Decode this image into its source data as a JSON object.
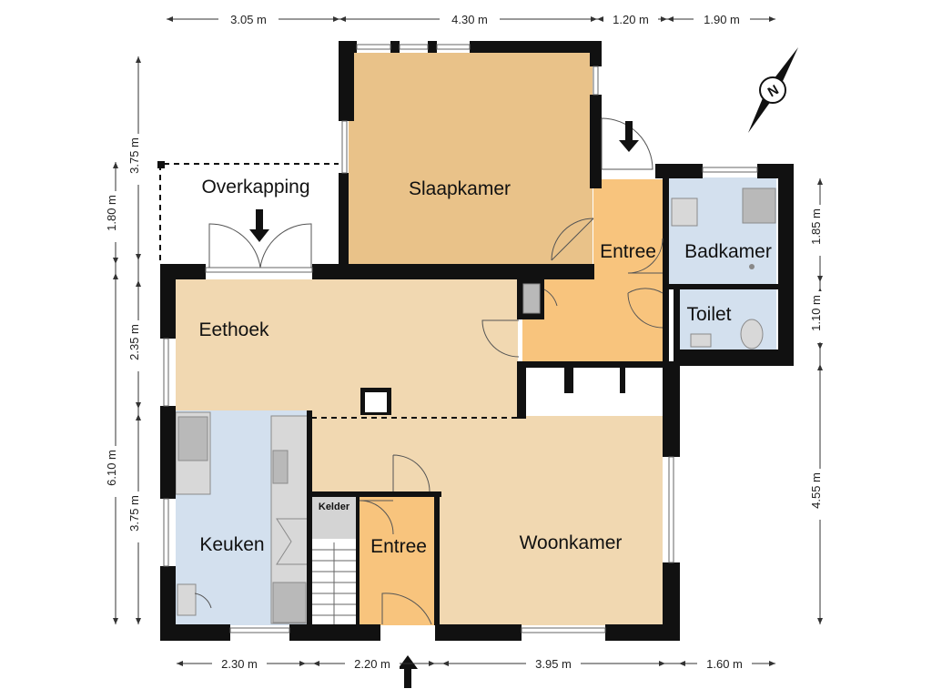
{
  "rooms": {
    "slaapkamer": "Slaapkamer",
    "overkapping": "Overkapping",
    "entree_top": "Entree",
    "badkamer": "Badkamer",
    "toilet": "Toilet",
    "eethoek": "Eethoek",
    "keuken": "Keuken",
    "kelder": "Kelder",
    "entree_bottom": "Entree",
    "woonkamer": "Woonkamer"
  },
  "dimensions": {
    "top": [
      "3.05 m",
      "4.30 m",
      "1.20 m",
      "1.90 m"
    ],
    "bottom": [
      "2.30 m",
      "2.20 m",
      "3.95 m",
      "1.60 m"
    ],
    "left_outer": [
      "1.80 m",
      "6.10 m"
    ],
    "left_inner": [
      "3.75 m",
      "2.35 m",
      "3.75 m"
    ],
    "right": [
      "1.85 m",
      "1.10 m",
      "4.55 m"
    ]
  },
  "compass": {
    "label": "N"
  },
  "colors": {
    "slaapkamer": "#e9c289",
    "entree": "#f8c47d",
    "badkamer": "#d3e0ee",
    "living": "#f1d8b1",
    "keuken": "#d3e0ee",
    "kelder": "#d4d4d4"
  }
}
